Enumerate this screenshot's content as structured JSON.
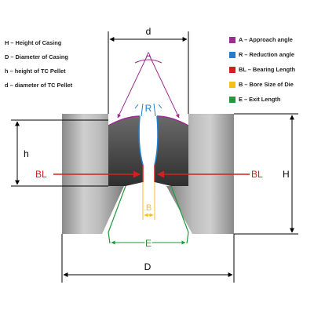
{
  "legend_left": [
    "H – Height of Casing",
    "D – Diameter of Casing",
    "h – height of TC Pellet",
    "d – diameter of TC Pellet"
  ],
  "legend_right": [
    {
      "color": "#9b2d8f",
      "text": "A – Approach angle"
    },
    {
      "color": "#1e7fd0",
      "text": "R – Reduction angle"
    },
    {
      "color": "#d41f1f",
      "text": "BL – Bearing Length"
    },
    {
      "color": "#f4c11a",
      "text": "B – Bore Size of Die"
    },
    {
      "color": "#1e9a3c",
      "text": "E – Exit Length"
    }
  ],
  "labels": {
    "d": "d",
    "D": "D",
    "H": "H",
    "h": "h",
    "A": "A",
    "R": "R",
    "BL_left": "BL",
    "BL_right": "BL",
    "B": "B",
    "E": "E"
  },
  "colors": {
    "approach": "#9b2d8f",
    "reduction": "#1e7fd0",
    "bearing": "#d41f1f",
    "bore": "#f4c11a",
    "exit": "#1e9a3c",
    "dimension": "#000000"
  }
}
